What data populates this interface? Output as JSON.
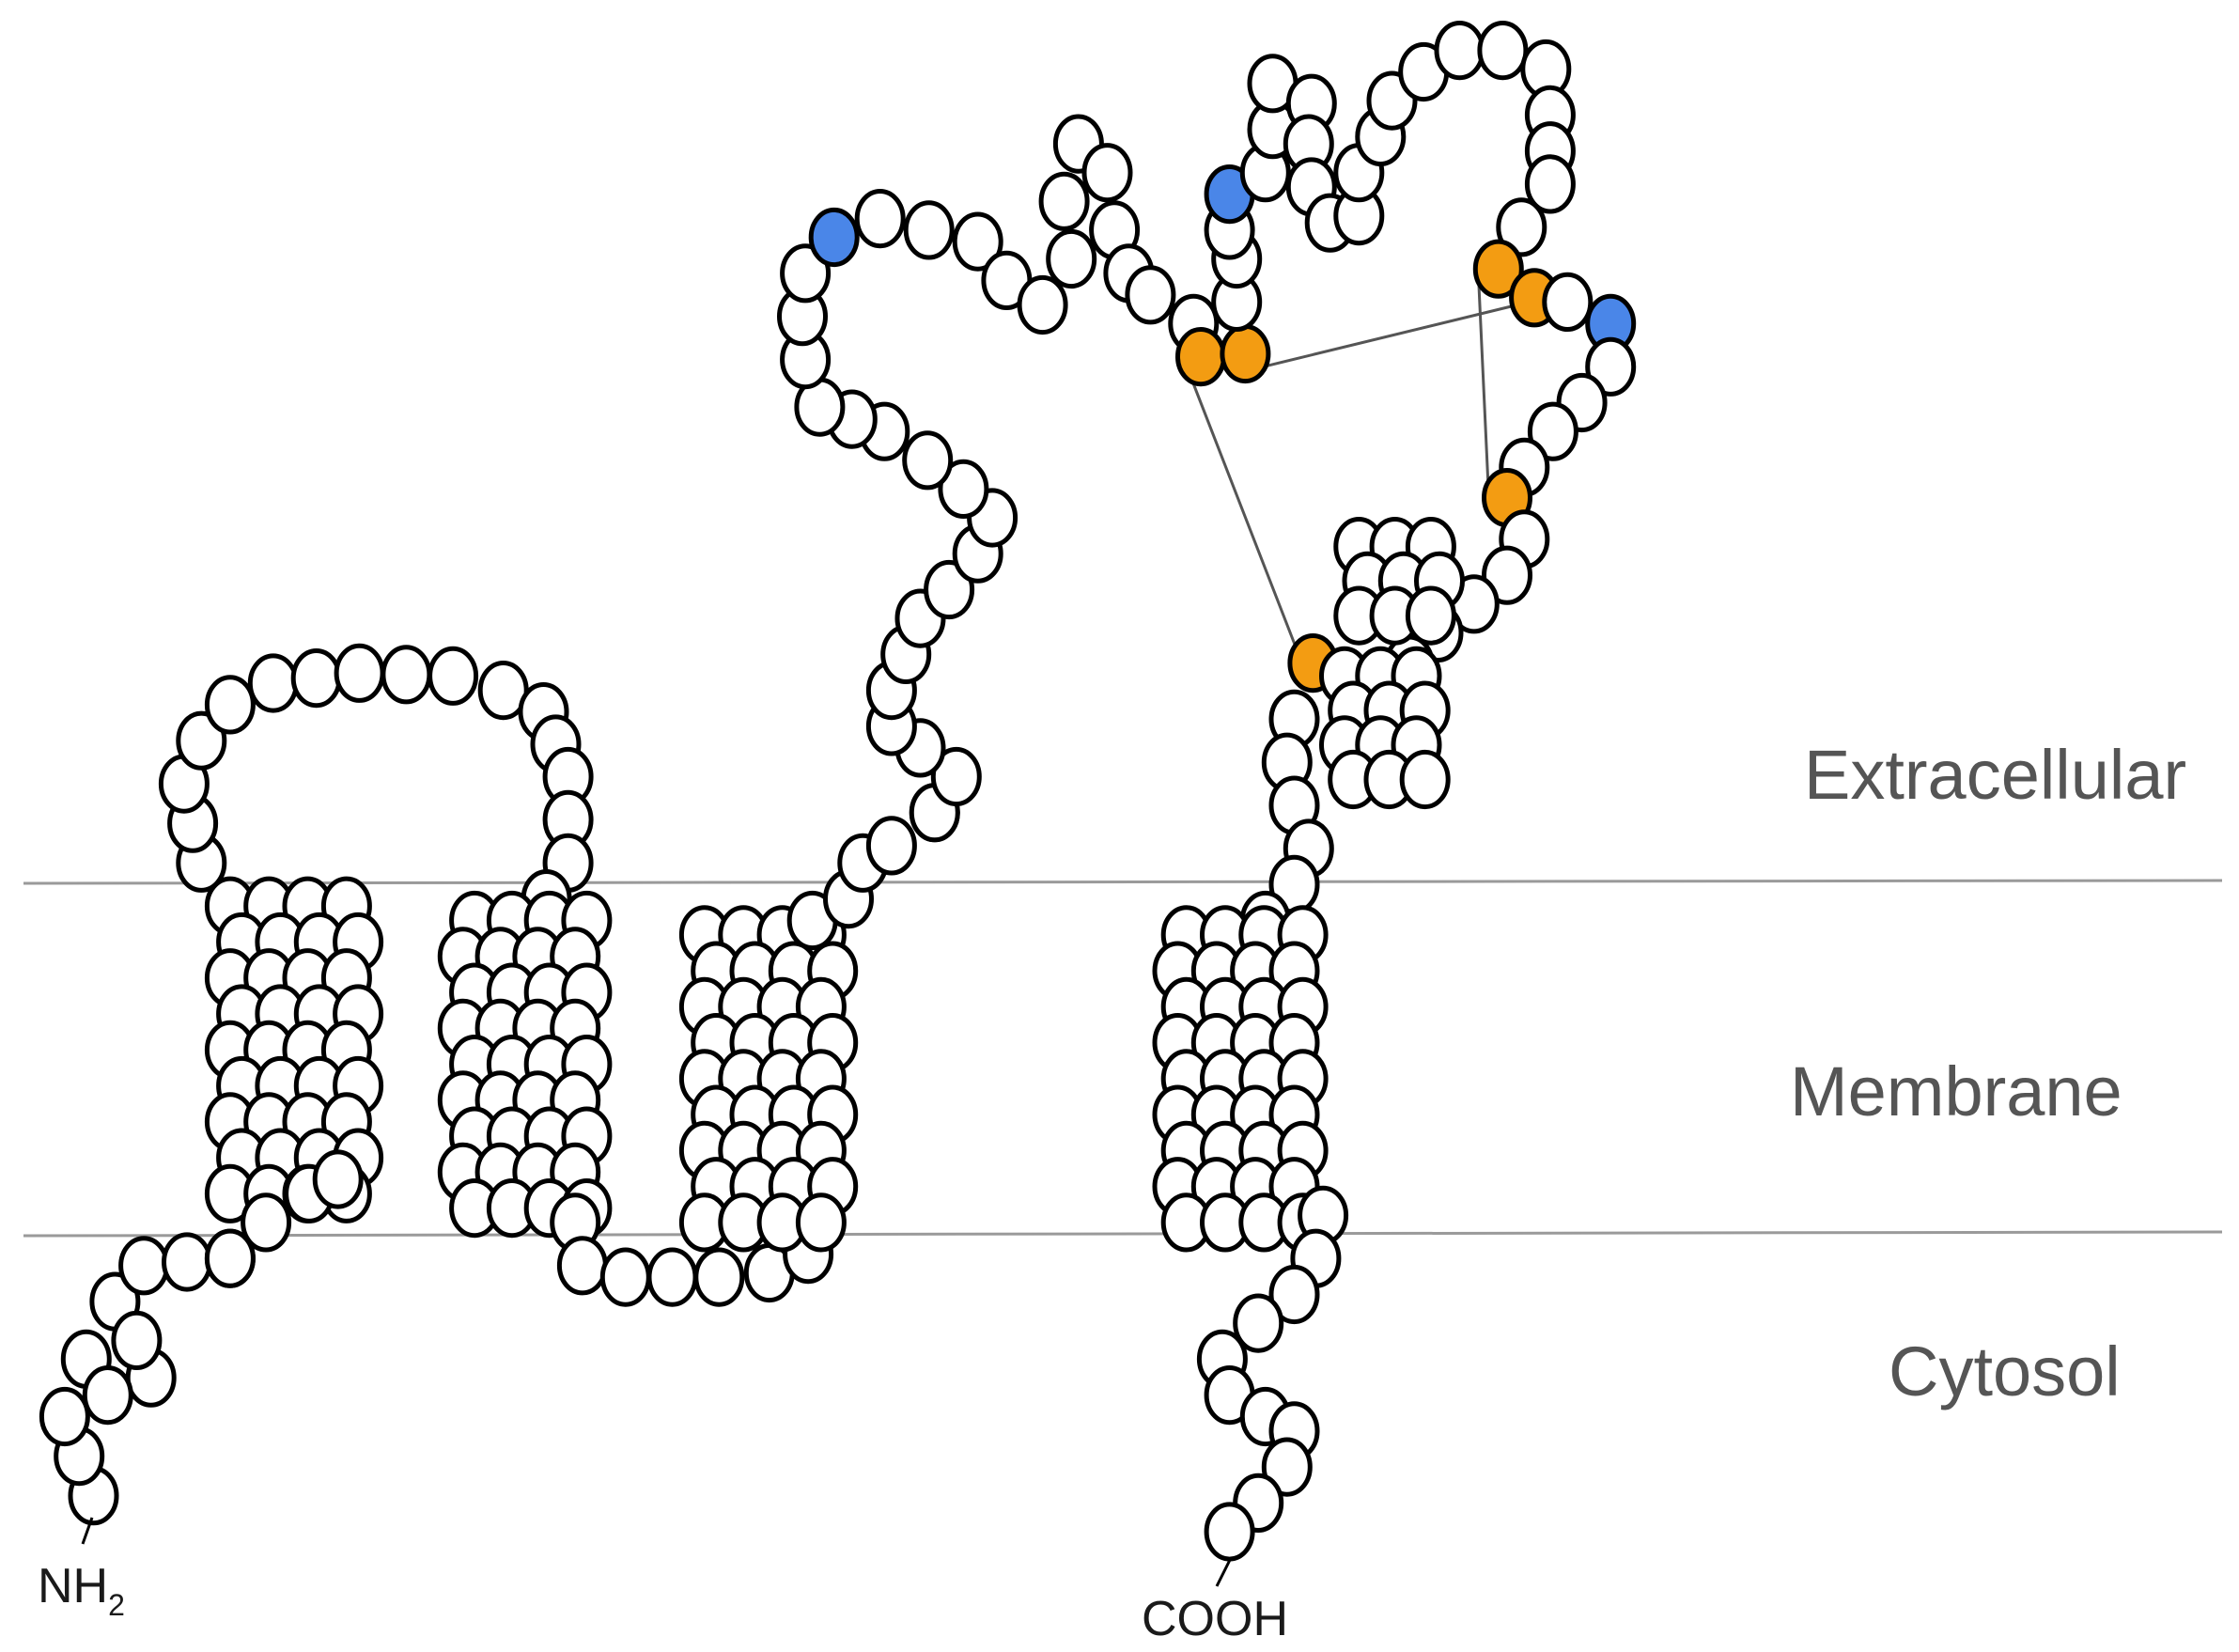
{
  "labels": {
    "extracellular": "Extracellular",
    "membrane": "Membrane",
    "cytosol": "Cytosol",
    "n_terminus": "NH",
    "n_terminus_sub": "2",
    "c_terminus": "COOH"
  },
  "colors": {
    "default_residue": "#ffffff",
    "highlight_blue": "#4a86e8",
    "highlight_orange": "#f39c12",
    "membrane_line": "#9a9a9a",
    "disulfide_line": "#555555"
  }
}
